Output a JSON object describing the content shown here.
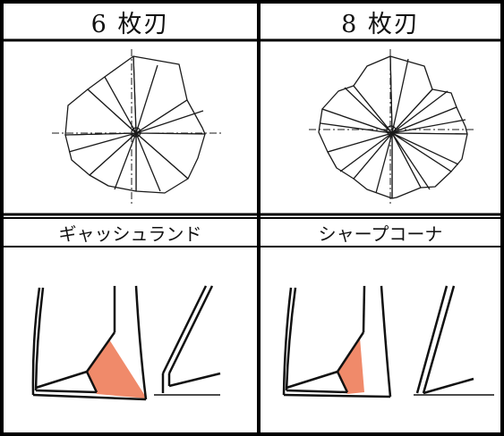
{
  "table": {
    "header": [
      "6 枚刃",
      "8 枚刃"
    ],
    "subheader": [
      "ギャッシュランド",
      "シャープコーナ"
    ]
  },
  "colors": {
    "border": "#000000",
    "drawing": "#1a1a1a",
    "highlight": "#f08a6a"
  },
  "icons": {
    "top_left": "six-flute-endmill-cross-section",
    "top_right": "eight-flute-endmill-cross-section",
    "bottom_left": "gash-land-corner-profile",
    "bottom_right": "sharp-corner-profile"
  }
}
